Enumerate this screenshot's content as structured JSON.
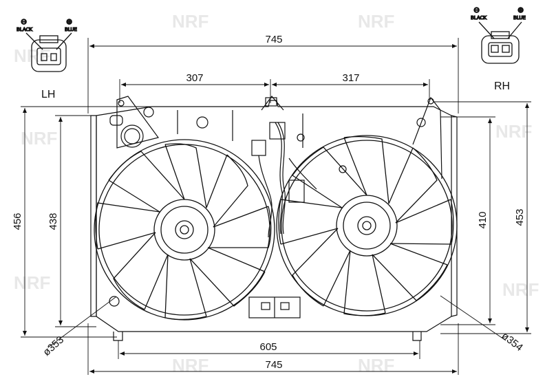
{
  "labels": {
    "left": "LH",
    "right": "RH"
  },
  "connector_left": {
    "neg_symbol": "⊖",
    "pos_symbol": "⊕",
    "neg": "BLACK",
    "pos": "BLUE"
  },
  "connector_right": {
    "neg_symbol": "⊖",
    "pos_symbol": "⊕",
    "neg": "BLACK",
    "pos": "BLUE"
  },
  "dimensions": {
    "top_width": "745",
    "bottom_width": "745",
    "left_span": "307",
    "right_span": "317",
    "inner_width": "605",
    "left_height_outer": "456",
    "left_height_inner": "438",
    "right_height_inner": "410",
    "right_height_outer": "453",
    "left_diameter": "ø353",
    "right_diameter": "ø354"
  },
  "watermark": "NRF",
  "colors": {
    "line": "#111111",
    "watermark": "#e8e8e8"
  }
}
